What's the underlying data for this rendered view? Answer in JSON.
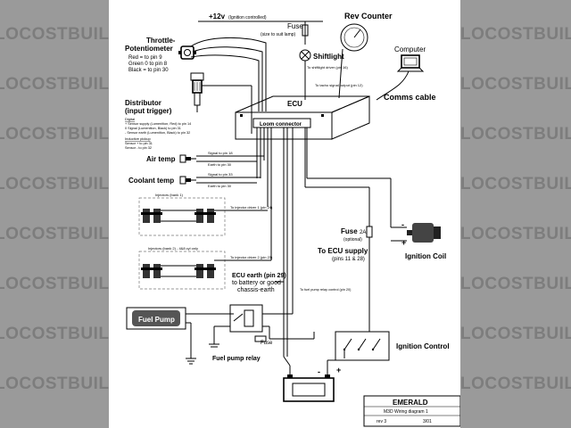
{
  "watermark": "LOCOSTBUILDERS.CO.UK",
  "diagram": {
    "power_label": "+12v",
    "power_sub": "(Ignition controlled)",
    "fuse_top": "Fuse",
    "fuse_top_sub": "(size to suit lamp)",
    "rev_counter": "Rev Counter",
    "shiftlight": "Shiftlight",
    "shiftlight_note": "To shiftlight driver (pin 16)",
    "tacho_note": "To tacho signal output (pin 12)",
    "computer": "Computer",
    "comms": "Comms cable",
    "ecu": "ECU",
    "loom": "Loom connector",
    "throttle_title_1": "Throttle-",
    "throttle_title_2": "Potentiometer",
    "throttle_wires": [
      "Red = to pin 9",
      "Green 0 to pin 8",
      "Black = to pin 30"
    ],
    "distributor_1": "Distributor",
    "distributor_2": "(input trigger)",
    "hall_title": "Digital",
    "hall_lines": [
      "+ Sensor supply (Lumenition, Red) to pin 14",
      "0 Signal (Lumenition, Black) to pin 31",
      "- Sensor earth (Lumenition, Black) to pin 32"
    ],
    "inductive_title": "Inductive pickup",
    "inductive_lines": [
      "Sensor + to pin 31",
      "Sensor - to pin 32"
    ],
    "air_temp": "Air temp",
    "air_sig": "Signal to pin 18",
    "air_earth": "Earth to pin 30",
    "cool_temp": "Coolant temp",
    "cool_sig": "Signal to pin 33",
    "cool_earth": "Earth to pin 30",
    "inj_bank1": "Injectors (bank 1)",
    "inj_bank1_note": "To injector driver 1 (pin 24)",
    "inj_bank2": "Injectors (bank 2) - 4&8 cyl only",
    "inj_bank2_note": "To injector driver 2 (pin 23)",
    "ecu_earth_1": "ECU earth (pin 29)",
    "ecu_earth_2": "to battery or good",
    "ecu_earth_3": "chassis-earth",
    "fuel_relay_note": "To fuel pump relay control (pin 20)",
    "fuel_pump": "Fuel Pump",
    "fuse_small": "Fuse",
    "fuel_relay": "Fuel pump relay",
    "fuse_2a": "Fuse",
    "fuse_2a_val": "2A",
    "fuse_2a_sub": "(optional)",
    "ecu_supply_1": "To ECU supply",
    "ecu_supply_2": "(pins 11 & 28)",
    "ignition_coil": "Ignition Coil",
    "ignition_control": "Ignition Control",
    "minus": "-",
    "plus": "+",
    "title_name": "EMERALD",
    "title_desc": "M3D Wiring diagram 1",
    "title_rev": "rev 3",
    "title_date": "3/01"
  }
}
